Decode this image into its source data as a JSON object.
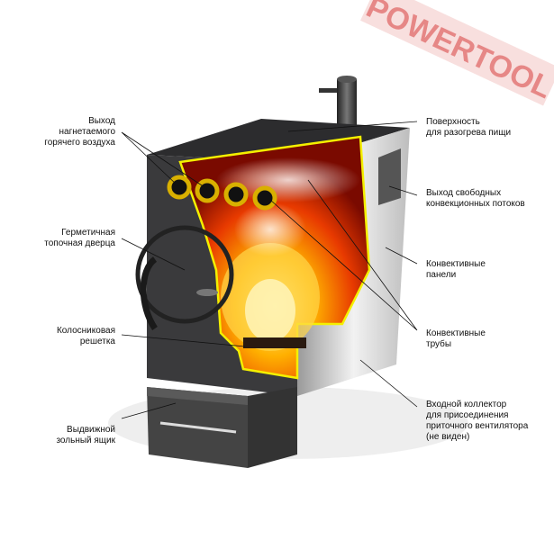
{
  "watermark": "POWERTOOL",
  "labels_left": {
    "hot_air_outlet": [
      "Выход",
      "нагнетаемого",
      "горячего воздуха"
    ],
    "door": [
      "Герметичная",
      "топочная дверца"
    ],
    "grate": [
      "Колосниковая",
      "решетка"
    ],
    "ash_drawer": [
      "Выдвижной",
      "зольный ящик"
    ]
  },
  "labels_right": {
    "cooking_surface": [
      "Поверхность",
      "для разогрева пищи"
    ],
    "convection_outlet": [
      "Выход свободных",
      "конвекционных потоков"
    ],
    "convection_panels": [
      "Конвективные",
      "панели"
    ],
    "convection_tubes": [
      "Конвективные",
      "трубы"
    ],
    "inlet_collector": [
      "Входной коллектор",
      "для присоединения",
      "приточного вентилятора",
      "(не виден)"
    ]
  },
  "colors": {
    "outline": "#f4f000",
    "fire": "#ff7a00",
    "body": "#3a3a3c",
    "watermark": "#d8413f"
  }
}
